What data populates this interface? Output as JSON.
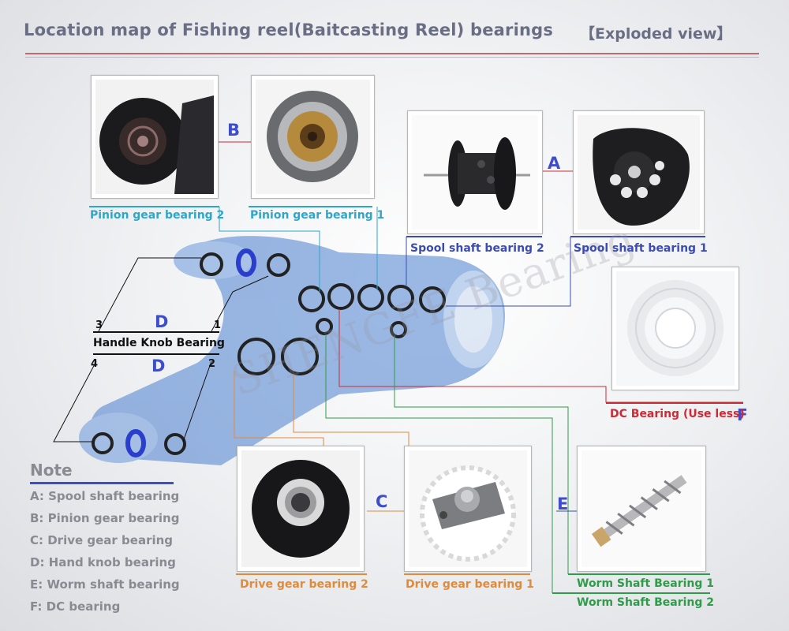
{
  "title": "Location map of Fishing  reel(Baitcasting Reel) bearings",
  "subtitle": "【Exploded view】",
  "captions": {
    "pinion2": "Pinion gear bearing 2",
    "pinion1": "Pinion gear bearing 1",
    "spool2": "Spool shaft bearing 2",
    "spool1": "Spool shaft bearing 1",
    "dc": "DC Bearing (Use less)",
    "drive2": "Drive gear bearing  2",
    "drive1": "Drive gear bearing  1",
    "worm1": "Worm Shaft Bearing 1",
    "worm2": "Worm Shaft Bearing 2",
    "handle": "Handle Knob Bearing"
  },
  "letters": {
    "a": "A",
    "b": "B",
    "c": "C",
    "d_top": "D",
    "d_bottom": "D",
    "e": "E",
    "f": "F"
  },
  "handle_numbers": {
    "n1": "1",
    "n2": "2",
    "n3": "3",
    "n4": "4"
  },
  "note": {
    "title": "Note",
    "items": [
      "A: Spool shaft bearing",
      "B: Pinion gear bearing",
      "C: Drive  gear   bearing",
      "D: Hand knob bearing",
      "E: Worm shaft bearing",
      "F: DC bearing"
    ]
  },
  "watermark": "SHENGFE Bearing",
  "colors": {
    "pinion": "#2fa6c9",
    "spool": "#3b4bb8",
    "dc": "#cc2b36",
    "drive": "#e08a3c",
    "worm": "#2e9c48",
    "letter": "#3e4ecb"
  }
}
